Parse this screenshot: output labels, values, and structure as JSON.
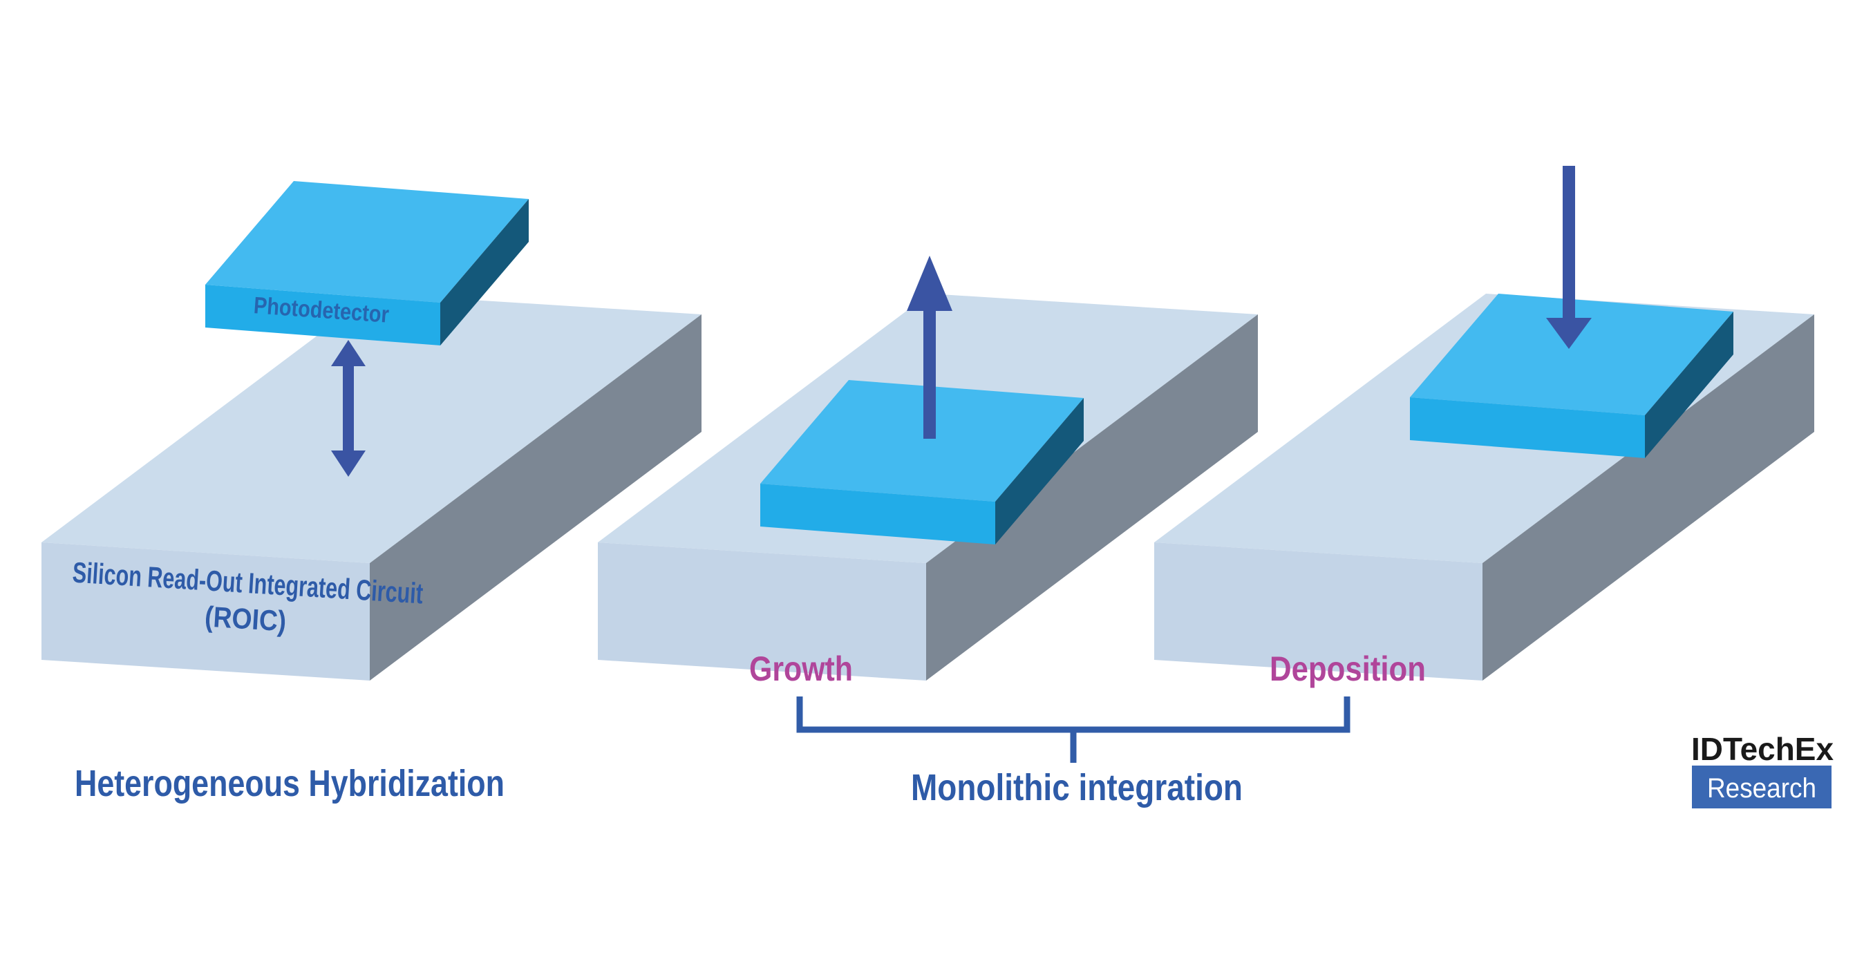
{
  "colors": {
    "background": "#FFFFFF",
    "slab_top": "#CBDCEC",
    "slab_front": "#C3D4E7",
    "slab_side": "#7C8794",
    "chip_top": "#43BAF0",
    "chip_front": "#22ACE8",
    "chip_side": "#14587A",
    "arrow": "#3A54A3",
    "bracket": "#315CA8",
    "label_blue": "#2E5BA8",
    "chip_label_blue": "#2765AF",
    "label_magenta": "#B0459A",
    "logo_text": "#1A1A1A",
    "logo_box": "#3A68B3",
    "logo_division_text": "#FFFFFF"
  },
  "hybridization": {
    "caption": "Heterogeneous Hybridization",
    "chip_label": "Photodetector",
    "substrate_label_line1": "Silicon Read-Out Integrated Circuit",
    "substrate_label_line2": "(ROIC)",
    "arrow_icon": "double-vertical-arrow"
  },
  "monolithic": {
    "caption": "Monolithic integration",
    "growth_label": "Growth",
    "deposition_label": "Deposition",
    "growth_arrow_icon": "arrow-up",
    "deposition_arrow_icon": "arrow-down"
  },
  "logo": {
    "brand": "IDTechEx",
    "division": "Research"
  }
}
